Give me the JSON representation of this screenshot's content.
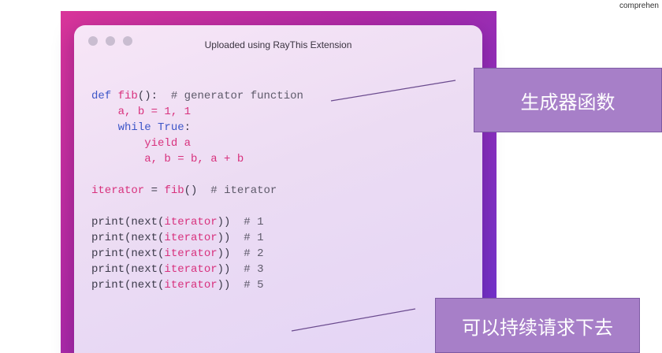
{
  "corner": {
    "text": "comprehen"
  },
  "window": {
    "title": "Uploaded using RayThis Extension"
  },
  "code": {
    "line1": {
      "def": "def",
      "name": "fib",
      "paren": "():",
      "comment": "# generator function"
    },
    "line2": {
      "text": "a, b = 1, 1"
    },
    "line3": {
      "kw": "while",
      "val": "True",
      "colon": ":"
    },
    "line4": {
      "kw": "yield",
      "var": "a"
    },
    "line5": {
      "text": "a, b = b, a + b"
    },
    "line6": {
      "name": "iterator",
      "eq": " = ",
      "call": "fib",
      "paren": "()",
      "comment": "# iterator"
    },
    "prints": [
      {
        "fn": "print(next(",
        "arg": "iterator",
        "close": "))",
        "comment": "# 1"
      },
      {
        "fn": "print(next(",
        "arg": "iterator",
        "close": "))",
        "comment": "# 1"
      },
      {
        "fn": "print(next(",
        "arg": "iterator",
        "close": "))",
        "comment": "# 2"
      },
      {
        "fn": "print(next(",
        "arg": "iterator",
        "close": "))",
        "comment": "# 3"
      },
      {
        "fn": "print(next(",
        "arg": "iterator",
        "close": "))",
        "comment": "# 5"
      }
    ]
  },
  "annotations": {
    "generator": "生成器函数",
    "continuous": "可以持续请求下去"
  },
  "colors": {
    "keyword": "#3d56c8",
    "function": "#d8317d",
    "comment": "#5e5a6a",
    "note_bg": "#a77fc8"
  }
}
